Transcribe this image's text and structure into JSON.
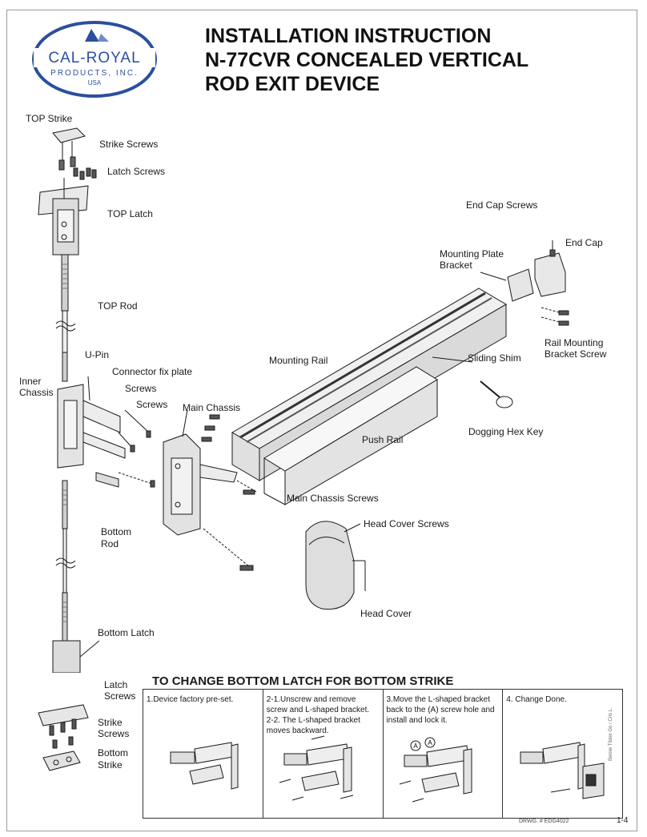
{
  "logo": {
    "brand": "CAL-ROYAL",
    "sub": "PRODUCTS, INC.",
    "country": "USA"
  },
  "title": {
    "line1": "INSTALLATION INSTRUCTION",
    "line2": "N-77CVR CONCEALED VERTICAL",
    "line3": "ROD EXIT DEVICE"
  },
  "labels": {
    "top_strike": "TOP Strike",
    "strike_screws": "Strike Screws",
    "latch_screws": "Latch Screws",
    "top_latch": "TOP Latch",
    "top_rod": "TOP Rod",
    "u_pin": "U-Pin",
    "inner_chassis_1": "Inner",
    "inner_chassis_2": "Chassis",
    "connector_fix_plate": "Connector fix plate",
    "screws_1": "Screws",
    "screws_2": "Screws",
    "main_chassis": "Main Chassis",
    "mounting_rail": "Mounting Rail",
    "push_rail": "Push Rail",
    "main_chassis_screws": "Main Chassis Screws",
    "head_cover_screws": "Head Cover Screws",
    "head_cover": "Head Cover",
    "bottom_rod_1": "Bottom",
    "bottom_rod_2": "Rod",
    "bottom_latch": "Bottom Latch",
    "latch_screws_b1": "Latch",
    "latch_screws_b2": "Screws",
    "strike_screws_b1": "Strike",
    "strike_screws_b2": "Screws",
    "bottom_strike_1": "Bottom",
    "bottom_strike_2": "Strike",
    "end_cap_screws": "End Cap Screws",
    "end_cap": "End Cap",
    "mounting_plate_1": "Mounting Plate",
    "mounting_plate_2": "Bracket",
    "rail_mounting_1": "Rail Mounting",
    "rail_mounting_2": "Bracket Screw",
    "sliding_shim": "Sliding Shim",
    "dogging_hex_key": "Dogging Hex Key"
  },
  "change_section": {
    "title": "TO CHANGE BOTTOM LATCH FOR BOTTOM STRIKE",
    "steps": [
      {
        "text": "1.Device factory pre-set."
      },
      {
        "text": "2-1.Unscrew and remove screw and L-shaped bracket.\n2-2. The L-shaped bracket moves backward."
      },
      {
        "text": "3.Move the L-shaped bracket back to the (A) screw hole and install and lock it."
      },
      {
        "text": "4. Change Done."
      }
    ],
    "callout": "A"
  },
  "footer": {
    "drawing_no": "DRWG. # EDG4022",
    "page": "1-4",
    "side_note": "Bernie Tilsler Go / Cris L."
  },
  "colors": {
    "logo_blue": "#2b4f9e",
    "line": "#1a1a1a"
  }
}
